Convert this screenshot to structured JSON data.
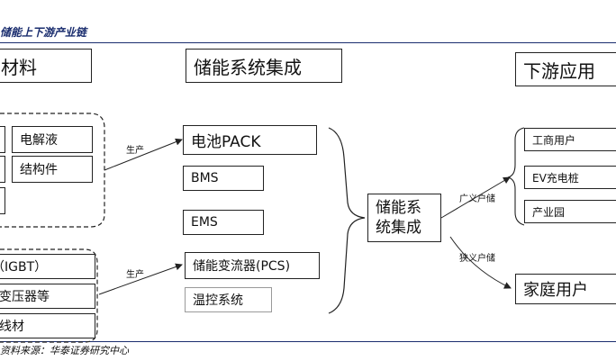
{
  "header": {
    "title": "储能上下游产业链"
  },
  "source": "资料来源：华泰证券研究中心",
  "columns": {
    "left_heading": "材料",
    "middle_heading": "储能系统集成",
    "right_heading": "下游应用"
  },
  "left_group1": {
    "items": [
      "电解液",
      "结构件"
    ]
  },
  "left_group2": {
    "items": [
      "（IGBT）",
      "变压器等",
      "线材"
    ]
  },
  "middle": {
    "top": [
      "电池PACK",
      "BMS",
      "EMS"
    ],
    "bottom": [
      "储能变流器(PCS)",
      "温控系统"
    ]
  },
  "center_box": "储能系统集成",
  "center_box_line1": "储能系",
  "center_box_line2": "统集成",
  "arrows": {
    "produce_top": "生产",
    "produce_bottom": "生产",
    "broad": "广义户储",
    "narrow": "狭义户储"
  },
  "right": {
    "group": [
      "工商用户",
      "EV充电桩",
      "产业园"
    ],
    "home": "家庭用户"
  }
}
